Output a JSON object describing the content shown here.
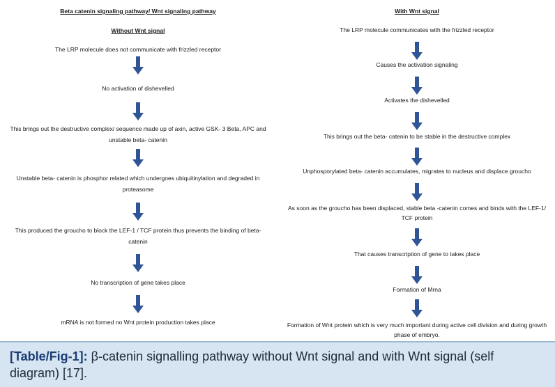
{
  "left": {
    "main_title": "Beta catenin signaling pathway/ Wnt signaling pathway",
    "subtitle": "Without Wnt signal",
    "steps": [
      [
        "The LRP molecule does not communicate with frizzled receptor"
      ],
      [
        "No activation of dishevelled"
      ],
      [
        "This brings out the destructive complex/ sequence made up of axin, active GSK- 3 Beta, APC and",
        "unstable beta- catenin"
      ],
      [
        "Unstable beta- catenin is phosphor related which undergoes ubiquitinylation and degraded in",
        "proteasome"
      ],
      [
        "This produced the groucho to block the LEF-1 / TCF protein thus prevents the binding of beta-",
        "catenin"
      ],
      [
        "No transcription of gene takes place"
      ],
      [
        "mRNA is not formed no Wnt protein production takes place"
      ]
    ]
  },
  "right": {
    "title": "With Wnt signal",
    "steps": [
      [
        "The LRP molecule communicates with the frizzled receptor"
      ],
      [
        "Causes the activation signaling"
      ],
      [
        "Activates the dishevelled"
      ],
      [
        "This brings out the beta- catenin to be stable in the destructive complex"
      ],
      [
        "Unphosporylated beta- catenin accumulates, migrates to nucleus and displace groucho"
      ],
      [
        "As soon as the groucho has been displaced, stable beta -catenin comes and binds with the LEF-1/",
        "TCF protein"
      ],
      [
        "That causes transcription of gene to takes place"
      ],
      [
        "Formation of Mrna"
      ],
      [
        "Formation of Wnt protein which is very much important during active cell division and during growth",
        "phase of embryo."
      ]
    ]
  },
  "caption": {
    "label": "[Table/Fig-1]:",
    "text": "β-catenin signalling pathway without Wnt signal and with Wnt signal (self diagram) [17]."
  },
  "colors": {
    "arrow": "#2f5597",
    "caption_bg": "#d7e4f1",
    "caption_label": "#1a3d73"
  }
}
